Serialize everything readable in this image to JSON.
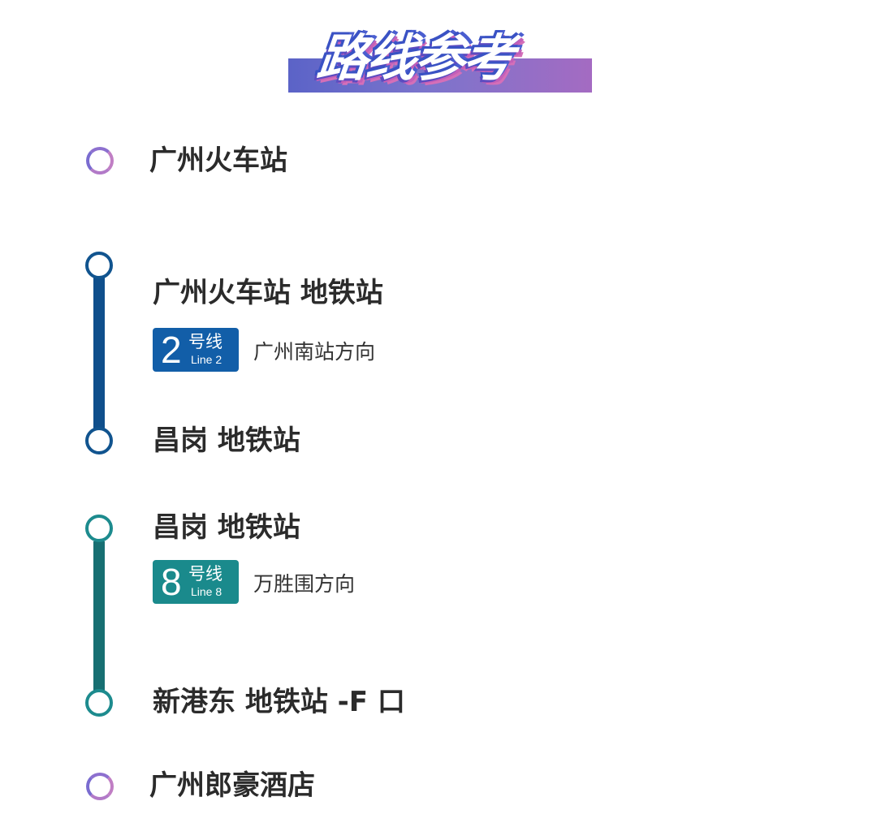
{
  "header": {
    "title": "路线参考"
  },
  "route": {
    "origin": "广州火车站",
    "segments": [
      {
        "from": "广州火车站 地铁站",
        "line_number": "2",
        "line_cn": "号线",
        "line_en": "Line 2",
        "direction": "广州南站方向",
        "to": "昌岗 地铁站",
        "color": "#0f4f8c"
      },
      {
        "from": "昌岗 地铁站",
        "line_number": "8",
        "line_cn": "号线",
        "line_en": "Line 8",
        "direction": "万胜围方向",
        "to": "新港东 地铁站 -F 口",
        "color": "#176f72"
      }
    ],
    "destination": "广州郎豪酒店"
  },
  "colors": {
    "endpoint_gradient": [
      "#7a6cd0",
      "#c07ec4"
    ],
    "line2_badge": "#125ea8",
    "line8_badge": "#1a8a8c"
  }
}
